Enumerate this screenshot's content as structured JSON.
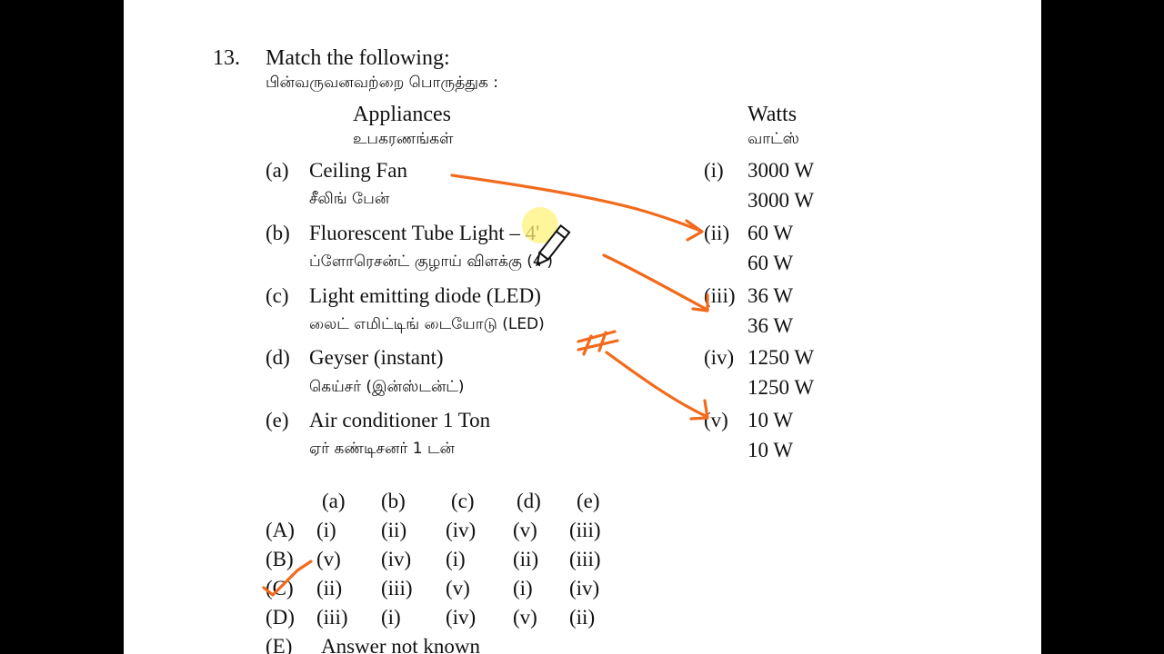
{
  "question": {
    "number": "13.",
    "title_en": "Match the following:",
    "title_ta": "பின்வருவனவற்றை பொருத்துக :"
  },
  "headers": {
    "appliances_en": "Appliances",
    "appliances_ta": "உபகரணங்கள்",
    "watts_en": "Watts",
    "watts_ta": "வாட்ஸ்"
  },
  "items": [
    {
      "label": "(a)",
      "en": "Ceiling Fan",
      "ta": "சீலிங் பேன்"
    },
    {
      "label": "(b)",
      "en": "Fluorescent Tube Light – 4'",
      "ta": "ப்ளோரெசன்ட் குழாய் விளக்கு (4')"
    },
    {
      "label": "(c)",
      "en": "Light emitting diode (LED)",
      "ta": "லைட் எமிட்டிங் டையோடு (LED)"
    },
    {
      "label": "(d)",
      "en": "Geyser (instant)",
      "ta": "கெய்சர் (இன்ஸ்டன்ட்)"
    },
    {
      "label": "(e)",
      "en": "Air conditioner 1 Ton",
      "ta": "ஏர் கண்டிசனர் 1 டன்"
    }
  ],
  "watts": [
    {
      "label": "(i)",
      "en": "3000 W",
      "ta": "3000 W"
    },
    {
      "label": "(ii)",
      "en": "60 W",
      "ta": "60 W"
    },
    {
      "label": "(iii)",
      "en": "36 W",
      "ta": "36 W"
    },
    {
      "label": "(iv)",
      "en": "1250 W",
      "ta": "1250 W"
    },
    {
      "label": "(v)",
      "en": "10 W",
      "ta": "10 W"
    }
  ],
  "options": {
    "headers": [
      "(a)",
      "(b)",
      "(c)",
      "(d)",
      "(e)"
    ],
    "rows": [
      {
        "label": "(A)",
        "values": [
          "(i)",
          "(ii)",
          "(iv)",
          "(v)",
          "(iii)"
        ]
      },
      {
        "label": "(B)",
        "values": [
          "(v)",
          "(iv)",
          "(i)",
          "(ii)",
          "(iii)"
        ]
      },
      {
        "label": "(C)",
        "values": [
          "(ii)",
          "(iii)",
          "(v)",
          "(i)",
          "(iv)"
        ]
      },
      {
        "label": "(D)",
        "values": [
          "(iii)",
          "(i)",
          "(iv)",
          "(v)",
          "(ii)"
        ]
      }
    ],
    "last_label": "(E)",
    "last_text": "Answer not known"
  },
  "annotations": {
    "ink_color": "#f26a1b",
    "highlight_color": "#fff27a",
    "cursor_icon": "pencil-icon"
  }
}
